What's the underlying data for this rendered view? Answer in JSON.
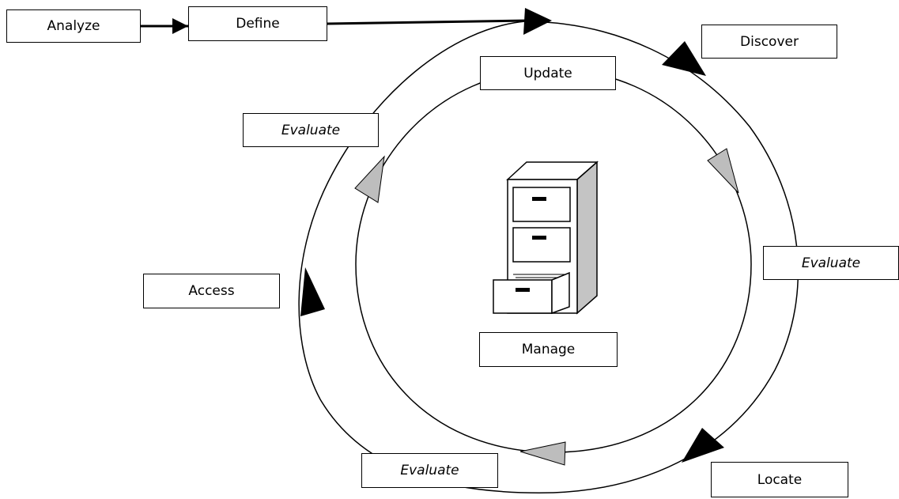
{
  "nodes": {
    "analyze": "Analyze",
    "define": "Define",
    "discover": "Discover",
    "update": "Update",
    "evaluate_upper_left": "Evaluate",
    "evaluate_right": "Evaluate",
    "access": "Access",
    "manage": "Manage",
    "evaluate_bottom": "Evaluate",
    "locate": "Locate"
  },
  "center_icon": "filing-cabinet-icon",
  "colors": {
    "line": "#000000",
    "arrow_black": "#000000",
    "arrow_gray": "#bdbdbd",
    "cabinet_side": "#c4c4c4",
    "box_fill": "#ffffff"
  }
}
